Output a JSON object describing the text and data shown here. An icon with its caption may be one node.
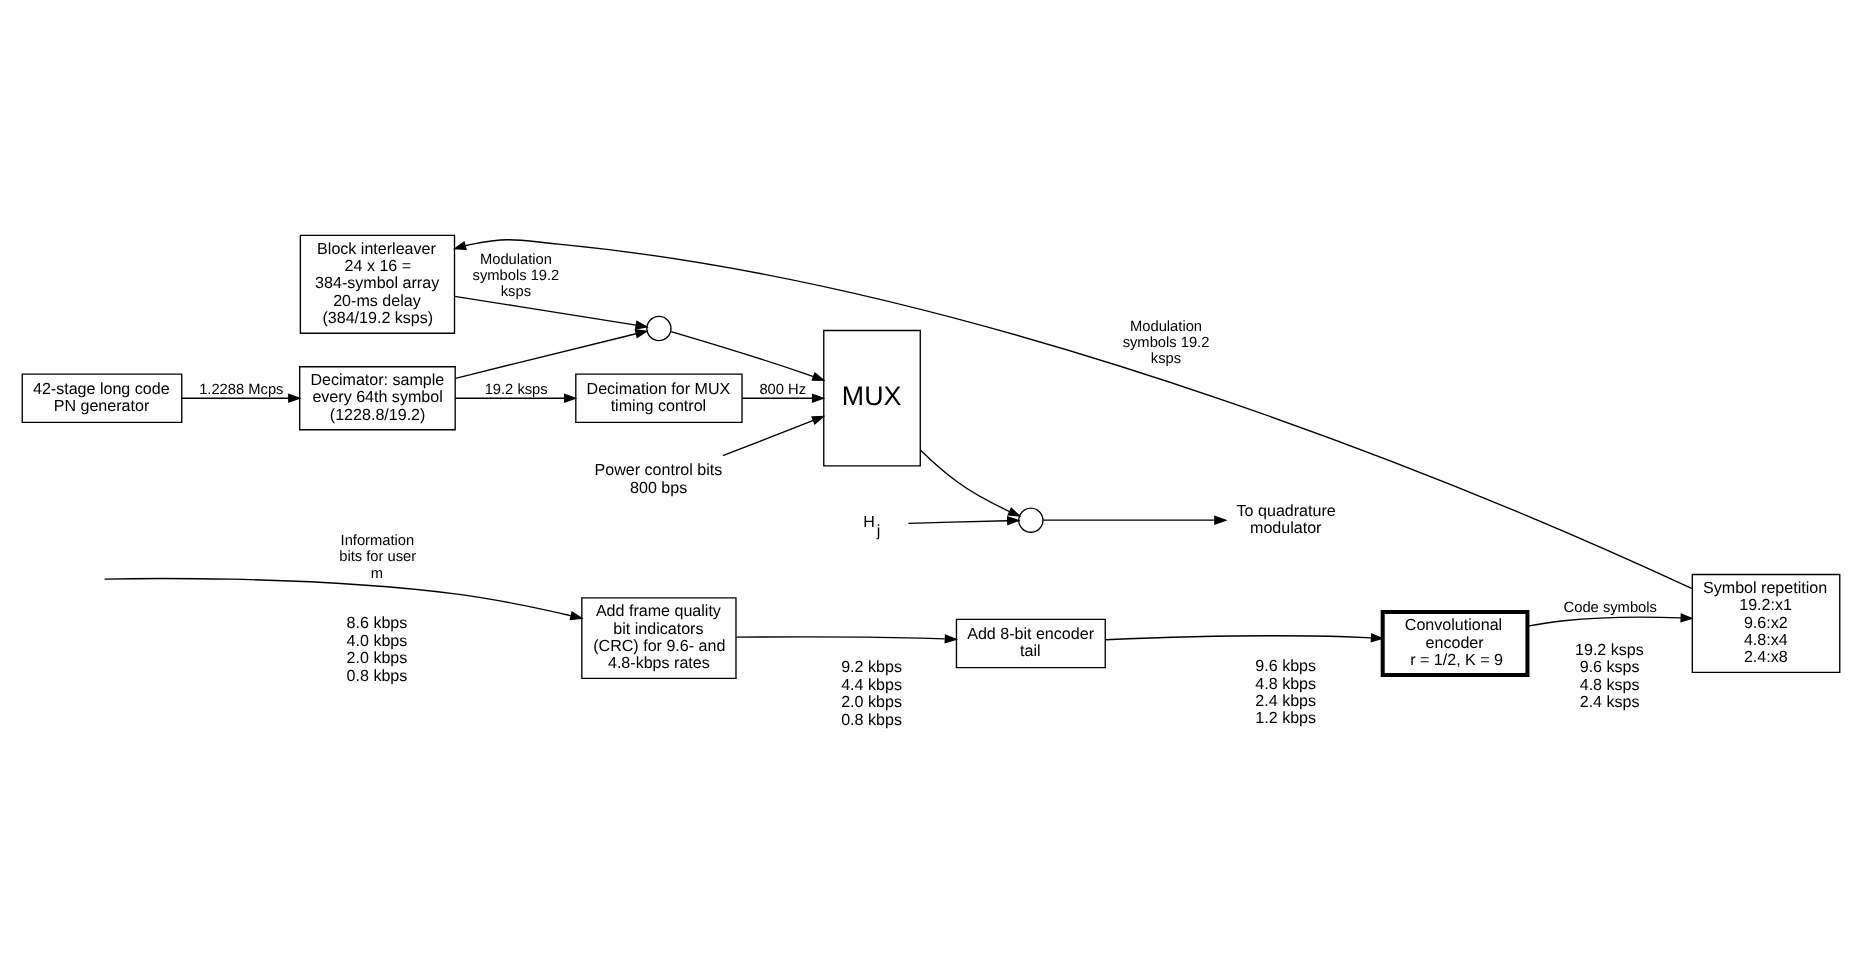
{
  "diagram": {
    "nodes": [
      {
        "text": [
          "Add frame quality bit indicators (CRC) for 9.6- and 4.8-kbps rates"
        ]
      },
      {
        "text": [
          "Add 8-bit encoder tail"
        ]
      },
      {
        "text": [
          "Convolutional encoder",
          "r = 1/2, K = 9"
        ]
      },
      {
        "text": [
          "Symbol repetition",
          "19.2:x1",
          "9.6:x2",
          "4.8:x4",
          "2.4:x8"
        ]
      },
      {
        "text": [
          "Block interleaver",
          "24 x 16 = 384-symbol array",
          "20-ms delay",
          "(384/19.2 ksps)"
        ]
      },
      {
        "text": [],
        "shape": "circle"
      },
      {
        "text": [
          "42-stage long code PN generator"
        ]
      },
      {
        "text": [
          "Decimator: sample every 64th symbol (1228.8/19.2)"
        ]
      },
      {
        "text": [
          "Decimation for MUX timing control"
        ]
      },
      {
        "text": [
          "MUX"
        ]
      },
      {
        "text": [
          "Power control bits 800 bps"
        ]
      },
      {
        "text": [],
        "shape": "circle"
      },
      {
        "text": [
          "H$_{j}$"
        ]
      },
      {
        "text": [
          "To quadrature modulator"
        ]
      }
    ],
    "edges": [
      {
        "from": null,
        "to": 0,
        "arrow": "to",
        "label": "Information bits for user m"
      },
      {
        "from": 0,
        "to": 1,
        "arrow": "to"
      },
      {
        "from": 1,
        "to": 2,
        "arrow": "to"
      },
      {
        "from": 2,
        "to": 3,
        "arrow": "to",
        "label": "Code symbols"
      },
      {
        "from": 3,
        "to": 4,
        "arrow": "to",
        "label": "Modulation symbols 19.2 ksps"
      },
      {
        "from": 4,
        "to": 5,
        "arrow": "to",
        "label": "Modulation symbols 19.2 ksps"
      },
      {
        "from": 6,
        "to": 7,
        "arrow": "to",
        "label": "1.2288 Mcps"
      },
      {
        "from": 7,
        "to": 5,
        "arrow": "to"
      },
      {
        "from": 7,
        "to": 8,
        "arrow": "to",
        "label": "19.2 ksps"
      },
      {
        "from": 5,
        "to": 9,
        "arrow": "to"
      },
      {
        "from": 10,
        "to": 9,
        "arrow": "to"
      },
      {
        "from": 8,
        "to": 9,
        "arrow": "to",
        "label": "800 Hz"
      },
      {
        "from": 9,
        "to": 11,
        "arrow": "to"
      },
      {
        "from": 12,
        "to": 11,
        "arrow": "to"
      },
      {
        "from": 11,
        "to": 13,
        "arrow": "to"
      }
    ],
    "labels": [
      "8.6 kbps",
      "4.0 kbps",
      "2.0 kbps",
      "0.8 kbps",
      "9.2 kbps",
      "4.4 kbps",
      "2.0 kbps",
      "0.8 kbps",
      "9.6 kbps",
      "4.8 kbps",
      "2.4 kbps",
      "1.2 kbps",
      "19.2 ksps",
      "9.6 ksps",
      "4.8 ksps",
      "2.4 ksps"
    ]
  }
}
